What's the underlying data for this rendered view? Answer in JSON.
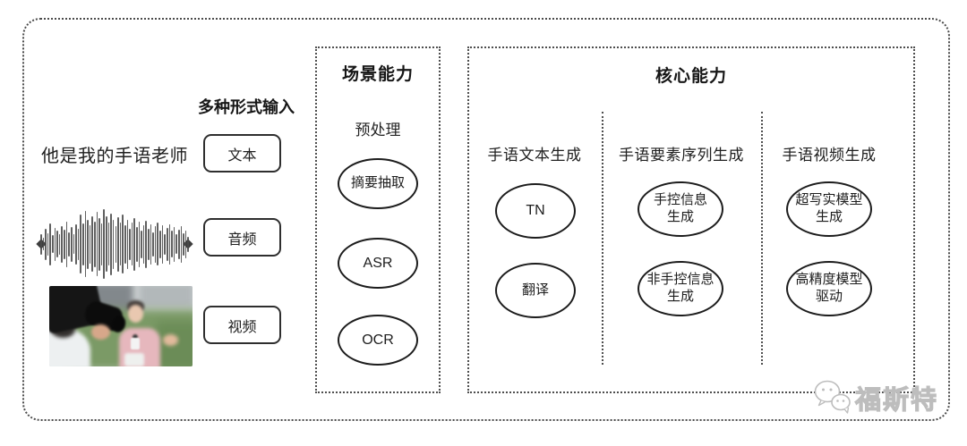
{
  "diagram": {
    "input": {
      "title": "多种形式输入",
      "text_example": "他是我的手语老师",
      "text_label": "文本",
      "audio_label": "音频",
      "video_label": "视频",
      "waveform_heights": [
        0.3,
        0.18,
        0.45,
        0.32,
        0.6,
        0.25,
        0.48,
        0.38,
        0.3,
        0.52,
        0.42,
        0.65,
        0.35,
        0.5,
        0.28,
        0.58,
        0.45,
        0.85,
        0.6,
        0.95,
        0.7,
        0.55,
        0.8,
        0.65,
        0.92,
        0.75,
        0.6,
        1.0,
        0.8,
        0.62,
        0.88,
        0.7,
        0.52,
        0.78,
        0.62,
        0.85,
        0.55,
        0.7,
        0.45,
        0.62,
        0.75,
        0.5,
        0.65,
        0.4,
        0.55,
        0.68,
        0.45,
        0.58,
        0.35,
        0.52,
        0.62,
        0.4,
        0.55,
        0.3,
        0.48,
        0.58,
        0.38,
        0.5,
        0.28,
        0.42,
        0.52,
        0.32,
        0.4,
        0.22
      ]
    },
    "scene": {
      "title": "场景能力",
      "subtitle": "预处理",
      "nodes": [
        "摘要抽取",
        "ASR",
        "OCR"
      ]
    },
    "core": {
      "title": "核心能力",
      "columns": [
        {
          "header": "手语文本生成",
          "nodes": [
            "TN",
            "翻译"
          ]
        },
        {
          "header": "手语要素序列生成",
          "nodes": [
            "手控信息\n生成",
            "非手控信息\n生成"
          ]
        },
        {
          "header": "手语视频生成",
          "nodes": [
            "超写实模型\n生成",
            "高精度模型\n驱动"
          ]
        }
      ]
    },
    "watermark": {
      "text": "福斯特",
      "icon": "wechat-logo"
    }
  },
  "colors": {
    "text": "#1f1f1f",
    "dotted_border": "#4e4e4e",
    "node_border": "#1c1c1c",
    "watermark_gray": "#bdbdbd"
  }
}
